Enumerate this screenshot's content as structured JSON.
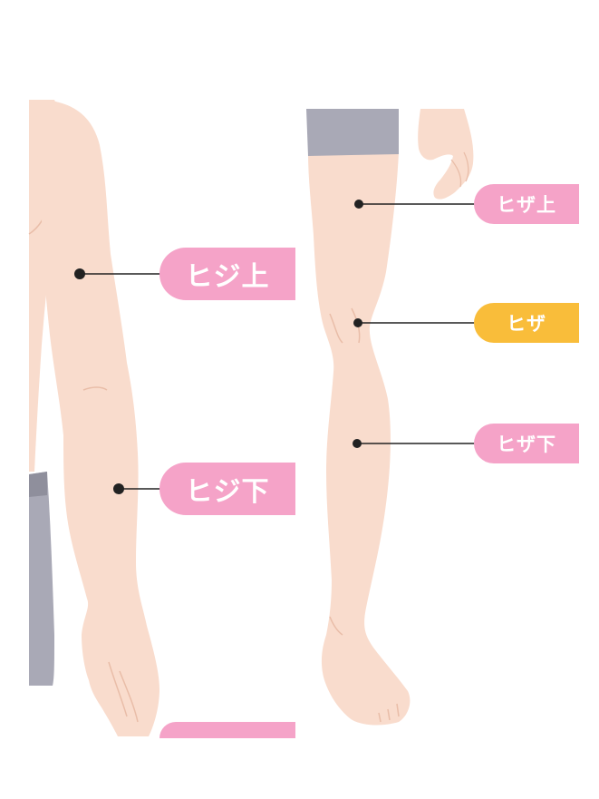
{
  "labels": {
    "hiji_ue": "ヒジ上",
    "hiji_shita": "ヒジ下",
    "hiza_ue": "ヒザ上",
    "hiza": "ヒザ",
    "hiza_shita": "ヒザ下"
  },
  "colors": {
    "pink_label": "#f5a3c8",
    "orange_label": "#f9bd3a",
    "skin": "#f9dccd",
    "skin_line": "#e9bda8",
    "garment": "#a9a9b6",
    "leader_line": "#222222"
  }
}
